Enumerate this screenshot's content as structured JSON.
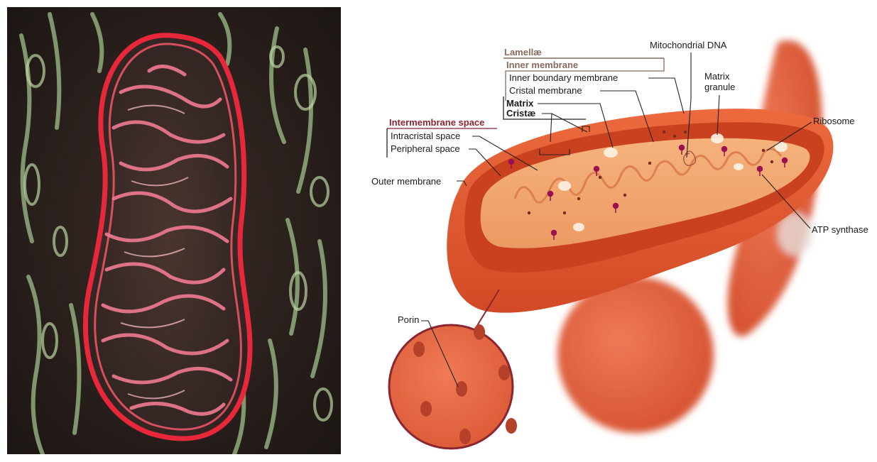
{
  "photo": {
    "description_icon": "micrograph-mitochondrion"
  },
  "colors": {
    "dark_red_header": "#8b2530",
    "brown_header": "#8a6a5a",
    "outer_membrane": "#e0532b",
    "matrix": "#f2a26a",
    "porin": "#b5412a",
    "atp_synthase": "#9b1150"
  },
  "labels": {
    "lamellae": "Lamellæ",
    "inner_membrane": "Inner membrane",
    "inner_boundary_membrane": "Inner boundary membrane",
    "cristal_membrane": "Cristal membrane",
    "matrix": "Matrix",
    "cristae": "Cristæ",
    "intermembrane_space": "Intermembrane space",
    "intracristal_space": "Intracristal space",
    "peripheral_space": "Peripheral space",
    "outer_membrane": "Outer membrane",
    "mitochondrial_dna": "Mitochondrial DNA",
    "matrix_granule_1": "Matrix",
    "matrix_granule_2": "granule",
    "ribosome": "Ribosome",
    "atp_synthase": "ATP synthase",
    "porin": "Porin"
  }
}
